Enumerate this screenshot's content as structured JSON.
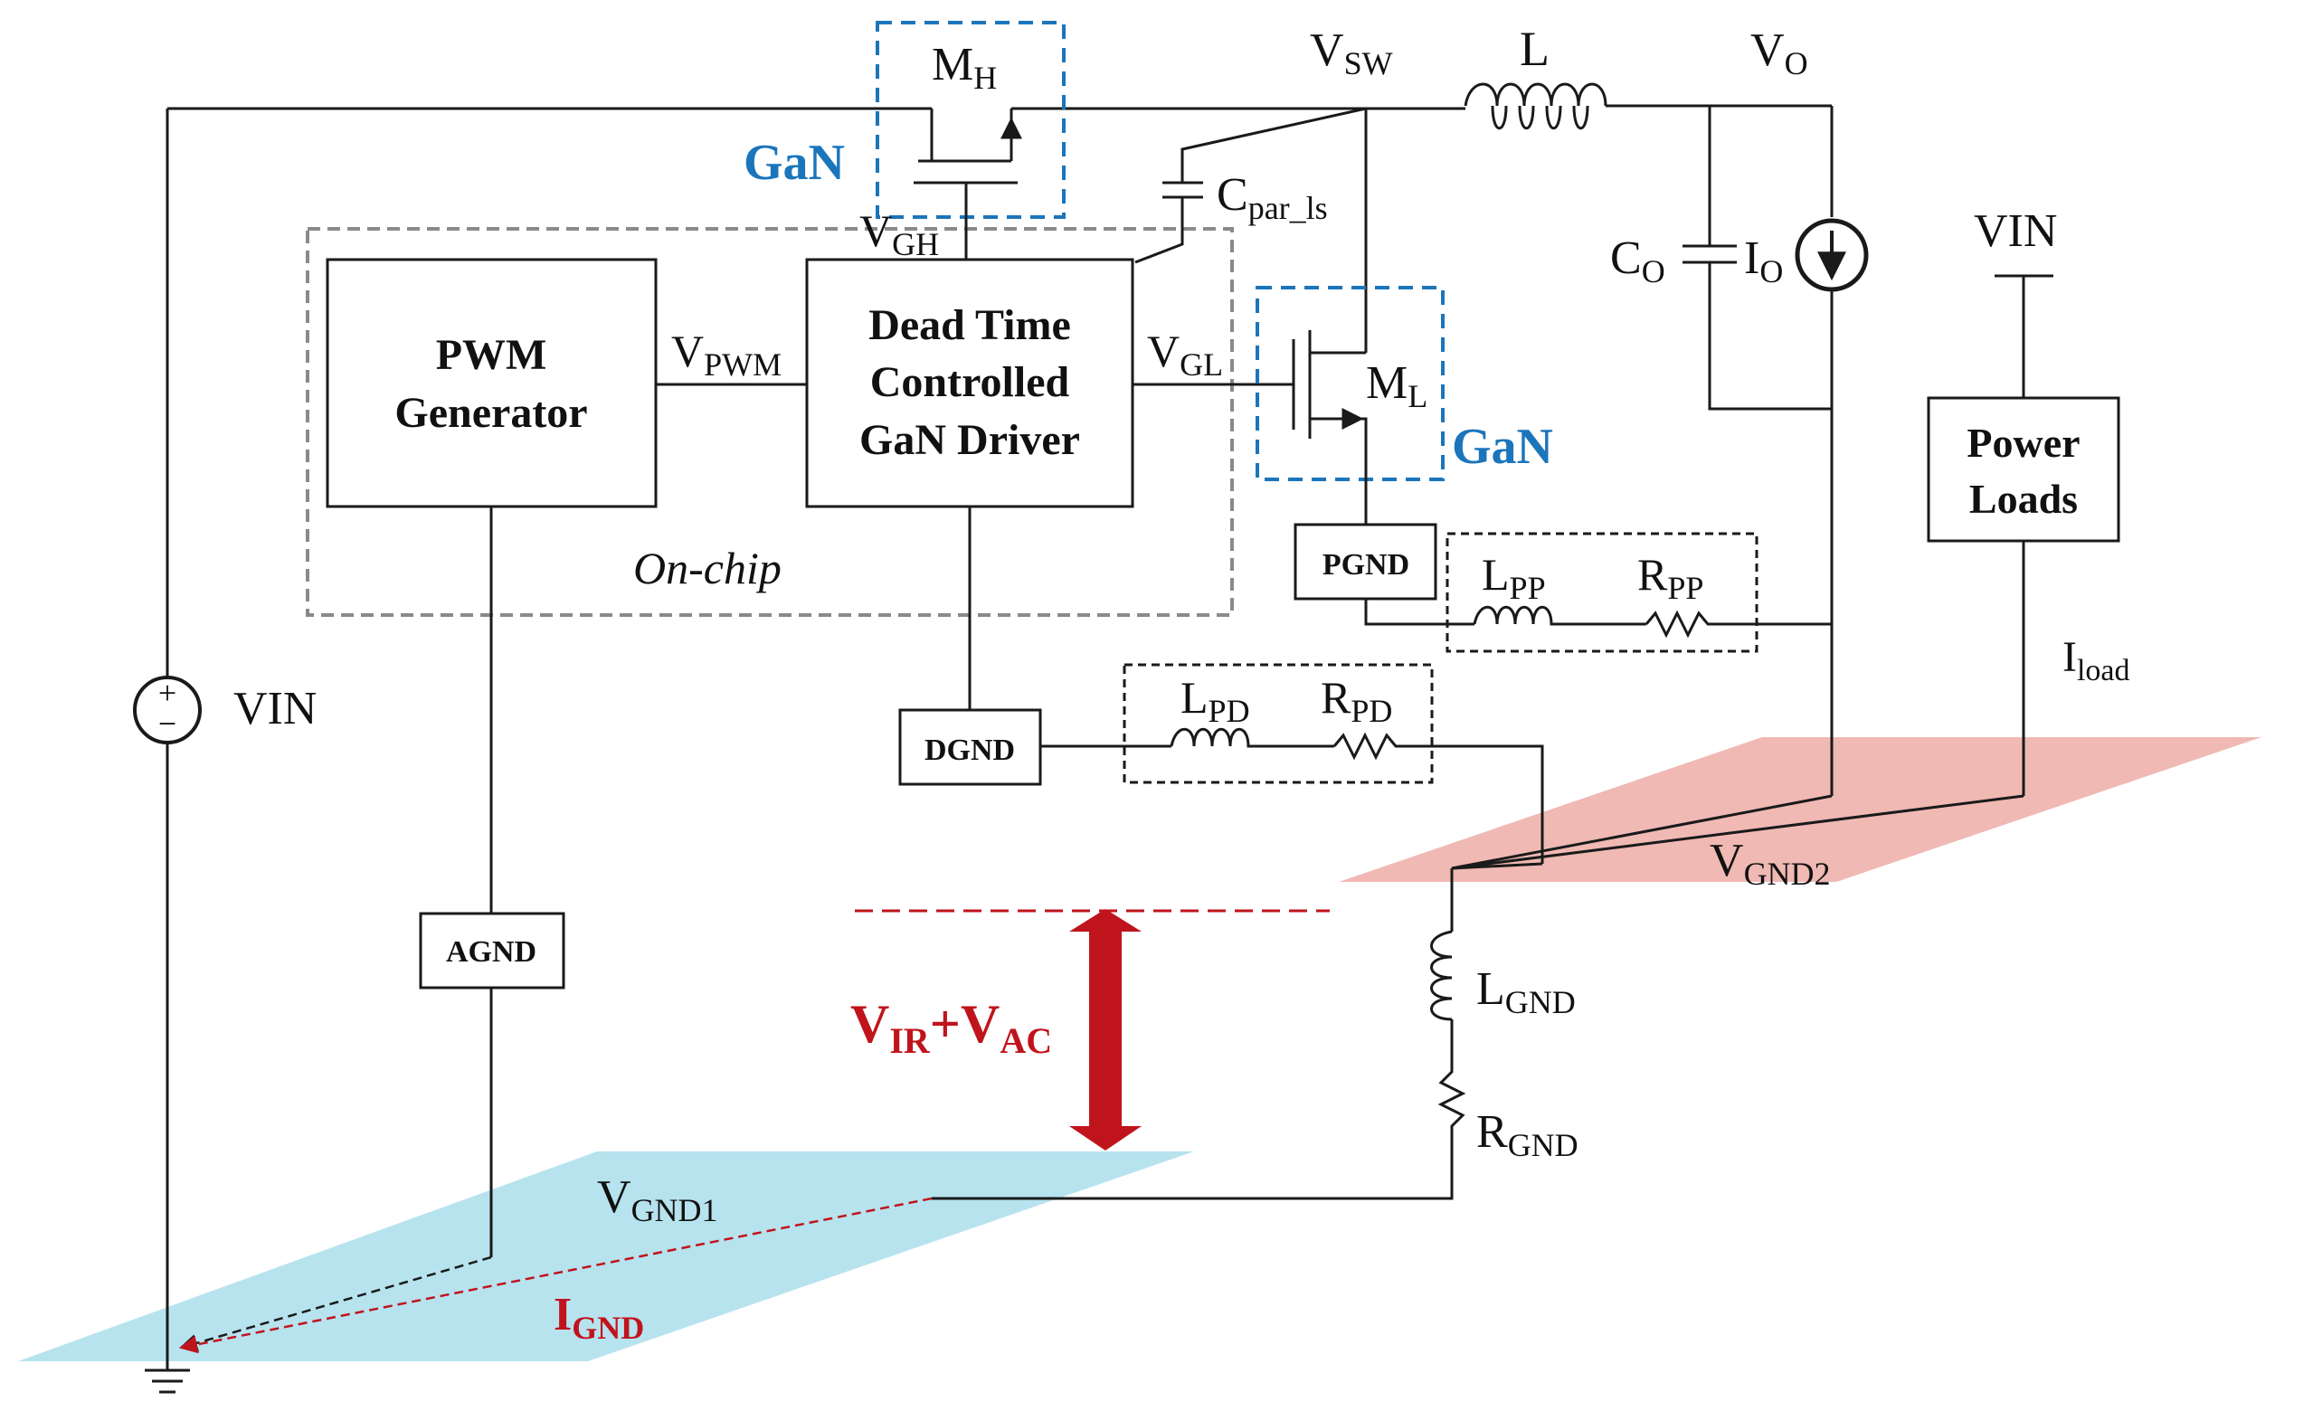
{
  "labels": {
    "mh_main": "M",
    "mh_sub": "H",
    "gan_high": "GaN",
    "vsw_main": "V",
    "vsw_sub": "SW",
    "l_main": "L",
    "vo_main": "V",
    "vo_sub": "O",
    "cpar_main": "C",
    "cpar_sub": "par_ls",
    "vgh_main": "V",
    "vgh_sub": "GH",
    "co_main": "C",
    "co_sub": "O",
    "io_main": "I",
    "io_sub": "O",
    "vin_right": "VIN",
    "pwm_line1": "PWM",
    "pwm_line2": "Generator",
    "vpwm_main": "V",
    "vpwm_sub": "PWM",
    "driver_line1": "Dead Time",
    "driver_line2": "Controlled",
    "driver_line3": "GaN Driver",
    "vgl_main": "V",
    "vgl_sub": "GL",
    "ml_main": "M",
    "ml_sub": "L",
    "gan_low": "GaN",
    "power_line1": "Power",
    "power_line2": "Loads",
    "onchip": "On-chip",
    "pgnd": "PGND",
    "lpp_main": "L",
    "lpp_sub": "PP",
    "rpp_main": "R",
    "rpp_sub": "PP",
    "iload_main": "I",
    "iload_sub": "load",
    "vin_left": "VIN",
    "dgnd": "DGND",
    "lpd_main": "L",
    "lpd_sub": "PD",
    "rpd_main": "R",
    "rpd_sub": "PD",
    "vgnd2_main": "V",
    "vgnd2_sub": "GND2",
    "agnd": "AGND",
    "vir_main": "V",
    "vir_sub": "IR",
    "vac_plus": "+V",
    "vac_sub": "AC",
    "lgnd_main": "L",
    "lgnd_sub": "GND",
    "rgnd_main": "R",
    "rgnd_sub": "GND",
    "vgnd1_main": "V",
    "vgnd1_sub": "GND1",
    "ignd_main": "I",
    "ignd_sub": "GND"
  },
  "colors": {
    "gan_blue": "#1b75bb",
    "plane_red": "#f0b9b4",
    "plane_blue": "#b7e3ef",
    "arrow_red": "#c0141c"
  }
}
